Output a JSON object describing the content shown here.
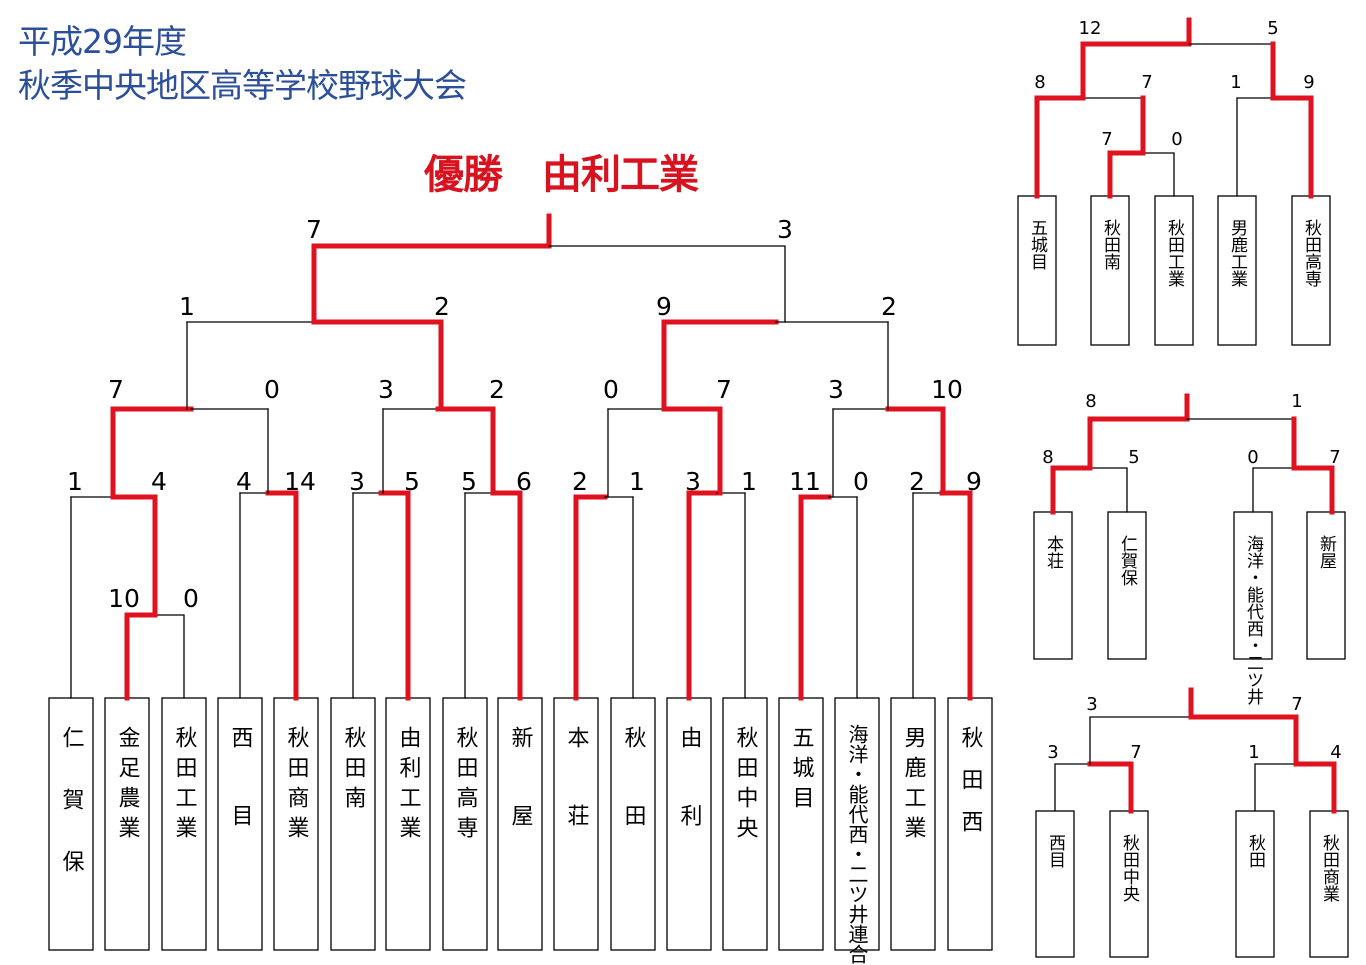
{
  "title": {
    "line1": "平成29年度",
    "line2": "秋季中央地区高等学校野球大会"
  },
  "champion": {
    "label": "優勝",
    "team": "由利工業"
  },
  "colors": {
    "win_line": "#e0121f",
    "line": "#000000",
    "title": "#2b4f9a"
  },
  "main": {
    "teams": [
      "仁賀保",
      "金足農業",
      "秋田工業",
      "西目",
      "秋田商業",
      "秋田南",
      "由利工業",
      "秋田高専",
      "新屋",
      "本荘",
      "秋田",
      "由利",
      "秋田中央",
      "五城目",
      "海洋・能代西・二ツ井連合",
      "男鹿工業",
      "秋田西"
    ],
    "scores": [
      "1",
      "4",
      "10",
      "0",
      "4",
      "14",
      "3",
      "5",
      "5",
      "6",
      "2",
      "1",
      "3",
      "1",
      "11",
      "0",
      "2",
      "9",
      "7",
      "0",
      "3",
      "2",
      "0",
      "7",
      "3",
      "10",
      "1",
      "2",
      "9",
      "2",
      "7",
      "3"
    ]
  },
  "side1": {
    "teams": [
      "五城目",
      "秋田南",
      "秋田工業",
      "男鹿工業",
      "秋田高専"
    ],
    "scores": [
      "12",
      "5",
      "8",
      "7",
      "1",
      "9",
      "7",
      "0"
    ]
  },
  "side2": {
    "teams": [
      "本荘",
      "仁賀保",
      "海洋・能代西・二ツ井",
      "新屋"
    ],
    "scores": [
      "8",
      "1",
      "8",
      "5",
      "0",
      "7"
    ]
  },
  "side3": {
    "teams": [
      "西目",
      "秋田中央",
      "秋田",
      "秋田商業"
    ],
    "scores": [
      "3",
      "7",
      "3",
      "7",
      "1",
      "4"
    ]
  }
}
